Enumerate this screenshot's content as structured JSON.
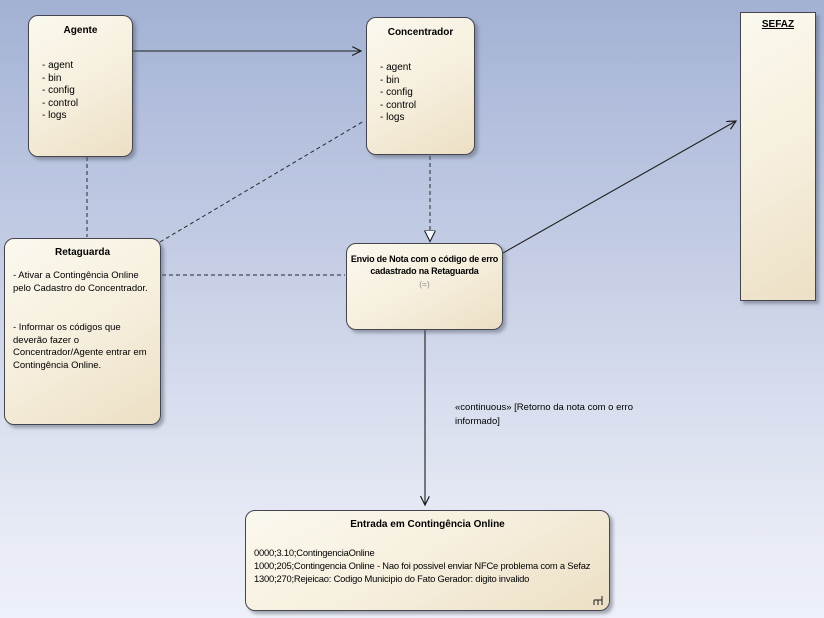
{
  "nodes": {
    "agente": {
      "title": "Agente",
      "items": [
        "- agent",
        "- bin",
        "- config",
        "- control",
        "- logs"
      ]
    },
    "concentrador": {
      "title": "Concentrador",
      "items": [
        "- agent",
        "- bin",
        "- config",
        "- control",
        "- logs"
      ]
    },
    "sefaz": {
      "title": "SEFAZ"
    },
    "retaguarda": {
      "title": "Retaguarda",
      "note1": "- Ativar a Contingência Online pelo Cadastro do Concentrador.",
      "note2": "- Informar os códigos que deverão fazer o Concentrador/Agente entrar em Contingência Online."
    },
    "envio": {
      "title": "Envio de Nota com o código de erro cadastrado na Retaguarda",
      "behavior_hint": "(=)"
    },
    "entrada": {
      "title": "Entrada em Contingência Online",
      "lines": [
        "0000;3.10;ContingenciaOnline",
        "1000;205;Contingencia Online - Nao foi possivel enviar NFCe problema com a Sefaz",
        "1300;270;Rejeicao: Codigo Municipio do Fato Gerador: digito invalido"
      ]
    }
  },
  "labels": {
    "continuous": "«continuous» [Retorno da nota com o erro informado]"
  },
  "colors": {
    "background_top": "#a2b1d3",
    "background_bottom": "#edf0f8",
    "node_fill_top": "#fbf8ee",
    "node_fill_bottom": "#ecdfc4",
    "node_border": "#45454f",
    "connector": "#1d1d1d",
    "hint_text": "#8d8d8d"
  }
}
